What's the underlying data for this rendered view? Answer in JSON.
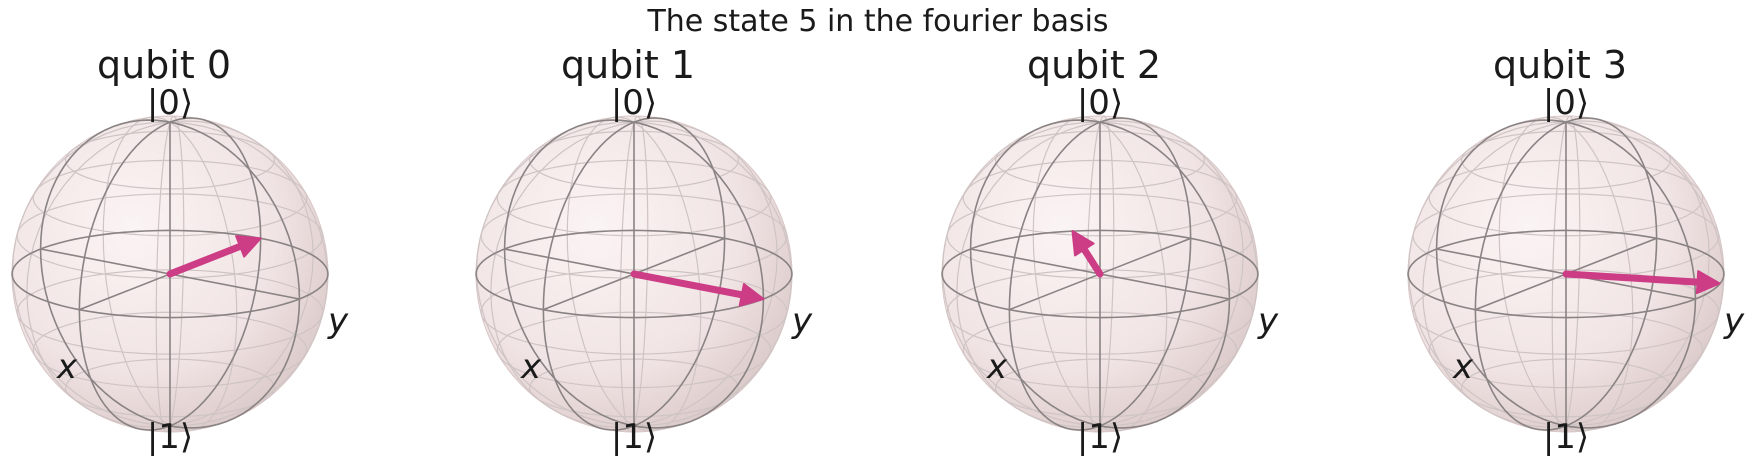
{
  "figure": {
    "title": "The state 5 in the fourier basis"
  },
  "colors": {
    "sphere_fill": "#f3e6e6",
    "sphere_shade": "#d9c6c6",
    "wire_major": "#8a8383",
    "wire_minor": "#cfc4c4",
    "vector": "#cc3d86",
    "text": "#1a1a1a"
  },
  "chart_data": {
    "type": "bloch_multivector",
    "title": "The state 5 in the fourier basis",
    "axis_labels": {
      "top": "|0⟩",
      "bottom": "|1⟩",
      "x": "x",
      "y": "y"
    },
    "qubits": [
      {
        "title": "qubit 0",
        "phase_deg": 180,
        "bloch_vector": {
          "x": -1.0,
          "y": 0.0,
          "z": 0.0
        }
      },
      {
        "title": "qubit 1",
        "phase_deg": 90,
        "bloch_vector": {
          "x": 0.0,
          "y": 1.0,
          "z": 0.0
        }
      },
      {
        "title": "qubit 2",
        "phase_deg": 225,
        "bloch_vector": {
          "x": -0.71,
          "y": -0.71,
          "z": 0.0
        }
      },
      {
        "title": "qubit 3",
        "phase_deg": 112.5,
        "bloch_vector": {
          "x": -0.38,
          "y": 0.92,
          "z": 0.0
        }
      }
    ]
  }
}
